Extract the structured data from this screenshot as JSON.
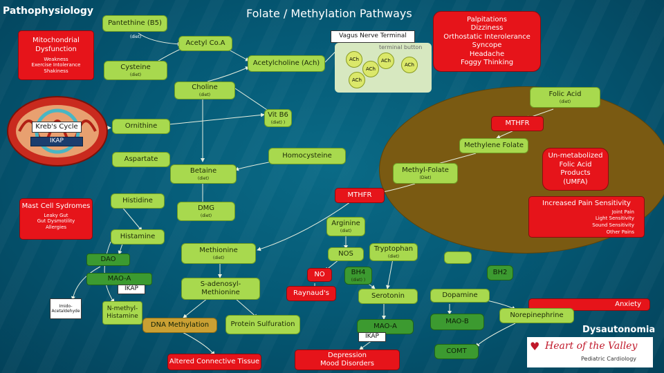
{
  "header": {
    "corner_title": "Pathophysiology",
    "main_title": "Folate / Methylation Pathways"
  },
  "left": {
    "mitochondrial": "Mitochondrial Dysfunction",
    "mito_symptoms": [
      "Weakness",
      "Exercise Intolerance",
      "Shakiness"
    ],
    "krebs": "Kreb's Cycle",
    "ikap_top": "IKAP",
    "mast_cell": "Mast Cell Sydromes",
    "mast_symptoms": [
      "Leaky Gut",
      "Gut Dysmotility",
      "Allergies"
    ],
    "dao": "DAO",
    "mao_a": "MAO-A",
    "ikap_mid": "IKAP",
    "imidazole": "Imido-Acetaldehyde",
    "n_methyl": "N-methyl-Histamine"
  },
  "center": {
    "pantethine": "Pantethine (B5)",
    "pantethine_tag": "(diet)",
    "acetyl_coa": "Acetyl Co.A",
    "cysteine": "Cysteine",
    "cysteine_tag": "(diet)",
    "acetylcholine": "Acetylcholine (Ach)",
    "choline": "Choline",
    "choline_tag": "(diet)",
    "vit_b6": "Vit B6",
    "vit_b6_tag": "(diet) )",
    "ornithine": "Ornithine",
    "aspartate": "Aspartate",
    "homocysteine": "Homocysteine",
    "betaine": "Betaine",
    "betaine_tag": "(diet)",
    "histidine": "Histidine",
    "dmg": "DMG",
    "dmg_tag": "(diet)",
    "histamine": "Histamine",
    "methionine": "Methionine",
    "methionine_tag": "(diet)",
    "sam": "S-adenosyl-Methionine",
    "dna_methylation": "DNA Methylation",
    "protein_sulfuration": "Protein Sulfuration",
    "altered_ct": "Altered Connective Tissue"
  },
  "right": {
    "vagus": "Vagus Nerve Terminal",
    "terminal_button": "terminal button",
    "ach_labels": [
      "ACh",
      "ACh",
      "ACh",
      "ACh",
      "ACh"
    ],
    "palpitations": [
      "Palpitations",
      "Dizziness",
      "Orthostatic Interolerance",
      "Syncope",
      "Headache",
      "Foggy Thinking"
    ],
    "folic_acid": "Folic Acid",
    "folic_tag": "(diet)",
    "mthfr_top": "MTHFR",
    "methylene_folate": "Methylene Folate",
    "umfa": [
      "Un-metabolized",
      "Folic Acid",
      "Products",
      "(UMFA)"
    ],
    "methyl_folate": "Methyl-Folate",
    "methyl_folate_tag": "(Diet)",
    "mthfr_mid": "MTHFR",
    "pain_title": "Increased Pain Sensitivity",
    "pain_items": [
      "Joint Pain",
      "Light Sensitivity",
      "Sound Sensitivity",
      "Other Pains"
    ],
    "arginine": "Arginine",
    "arginine_tag": "(diet)",
    "nos": "NOS",
    "tryptophan": "Tryptophan",
    "tryptophan_tag": "(diet)",
    "bh2": "BH2",
    "no": "NO",
    "bh4": "BH4",
    "bh4_tag": "(diet) )",
    "raynauds": "Raynaud's",
    "serotonin": "Serotonin",
    "dopamine": "Dopamine",
    "anxiety": "Anxiety",
    "norepinephrine": "Norepinephrine",
    "mao_a": "MAO-A",
    "mao_b": "MAO-B",
    "ikap_low": "IKAP",
    "depression": [
      "Depression",
      "Mood Disorders"
    ],
    "comt": "COMT",
    "dysautonomia": "Dysautonomia",
    "logo_main": "Heart of the Valley",
    "logo_sub": "Pediatric Cardiology"
  },
  "colors": {
    "background": "#055a76",
    "green": "#a8d94e",
    "red": "#e6141a",
    "olive": "#7a5a12"
  }
}
